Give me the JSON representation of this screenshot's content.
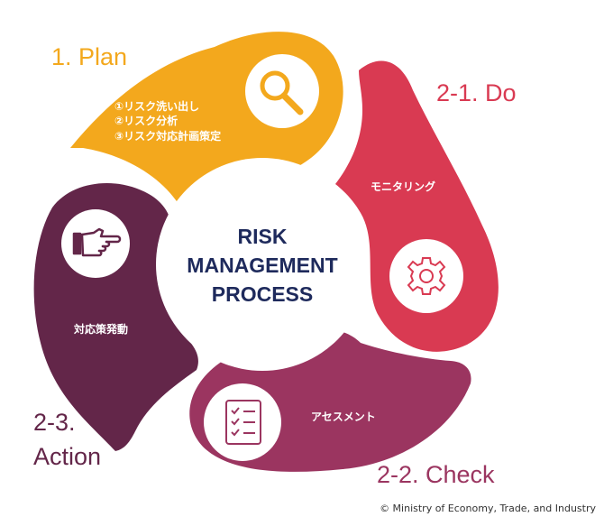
{
  "colors": {
    "plan": "#f3a81d",
    "do": "#d93a52",
    "check": "#9b3560",
    "action": "#632649",
    "center_text": "#1e2a5c"
  },
  "center": {
    "line1": "RISK",
    "line2": "MANAGEMENT",
    "line3": "PROCESS"
  },
  "stages": {
    "plan": {
      "title": "1. Plan",
      "items": [
        "①リスク洗い出し",
        "②リスク分析",
        "③リスク対応計画策定"
      ],
      "icon": "magnifier-icon"
    },
    "do": {
      "title": "2-1. Do",
      "label": "モニタリング",
      "icon": "gear-icon"
    },
    "check": {
      "title": "2-2. Check",
      "label": "アセスメント",
      "icon": "checklist-icon"
    },
    "action": {
      "title_line1": "2-3.",
      "title_line2": "Action",
      "label": "対応策発動",
      "icon": "pointing-hand-icon"
    }
  },
  "copyright": "© Ministry of Economy, Trade, and Industry"
}
